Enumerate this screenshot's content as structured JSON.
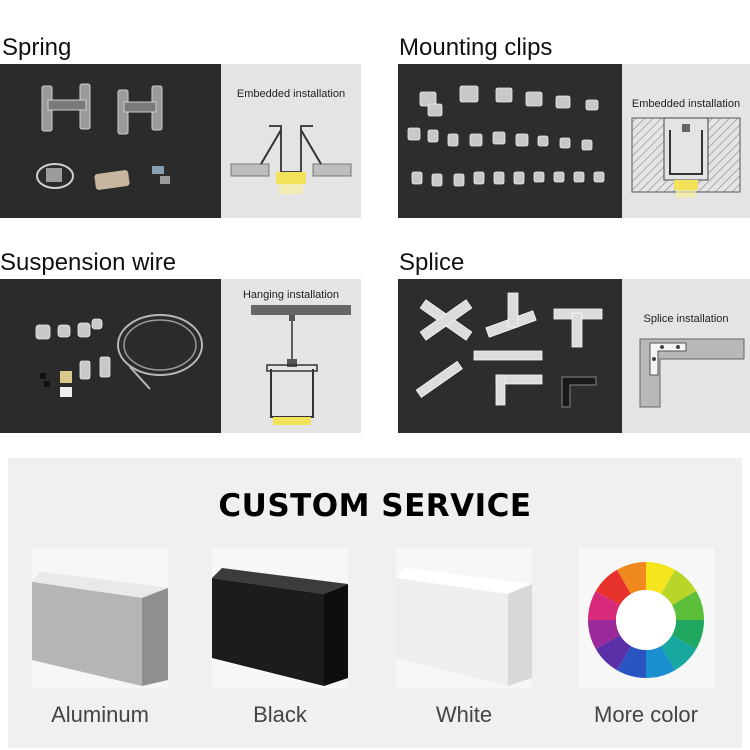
{
  "sections": {
    "spring": {
      "title": "Spring",
      "diagram_label": "Embedded installation"
    },
    "mounting_clips": {
      "title": "Mounting clips",
      "diagram_label": "Embedded installation"
    },
    "suspension_wire": {
      "title": "Suspension wire",
      "diagram_label": "Hanging installation"
    },
    "splice": {
      "title": "Splice",
      "diagram_label": "Splice installation"
    }
  },
  "custom_service": {
    "title": "CUSTOM SERVICE",
    "options": [
      {
        "label": "Aluminum",
        "color": "#b9b9b9"
      },
      {
        "label": "Black",
        "color": "#1a1a1a"
      },
      {
        "label": "White",
        "color": "#f4f4f4"
      },
      {
        "label": "More color",
        "color": ""
      }
    ]
  },
  "colors": {
    "photo_bg": "#2a2a2a",
    "diagram_bg": "#e4e4e4",
    "led_glow": "#f2e25a"
  }
}
